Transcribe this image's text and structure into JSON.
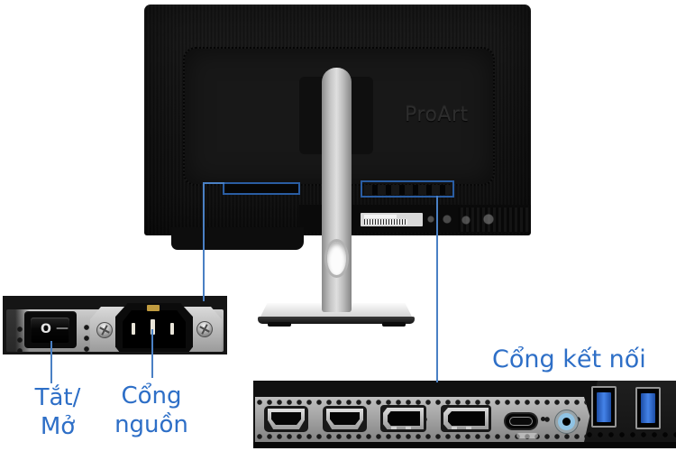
{
  "colors": {
    "accent_text_blue": "#2e6fc7",
    "callout_line_blue": "#4a80c4",
    "highlight_box_blue": "#2a5da2",
    "usb_port_blue": "#4583e8",
    "audio_ring_blue": "#8fc3e4"
  },
  "monitor": {
    "brand_logo": "ProArt"
  },
  "power_callout": {
    "switch_off_symbol": "O",
    "switch_on_symbol": "—",
    "switch_label_line1": "Tắt/",
    "switch_label_line2": "Mở",
    "port_label_line1": "Cổng",
    "port_label_line2": "nguồn"
  },
  "ports_callout": {
    "label": "Cổng kết nối"
  }
}
